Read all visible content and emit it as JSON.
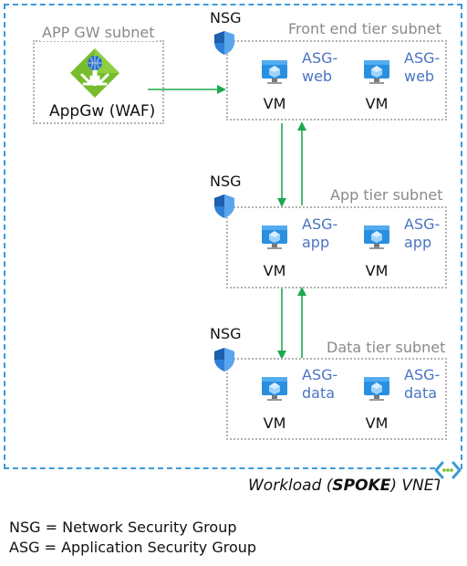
{
  "vnet": {
    "label_prefix": "Workload (",
    "label_bold": "SPOKE",
    "label_suffix": ") VNET",
    "icon": "vnet-icon"
  },
  "appgw_subnet": {
    "title": "APP GW subnet",
    "gateway_label": "AppGw (WAF)",
    "icon": "application-gateway-icon"
  },
  "tiers": [
    {
      "title": "Front end tier subnet",
      "nsg": "NSG",
      "vms": [
        {
          "vm": "VM",
          "asg_line1": "ASG-",
          "asg_line2": "web"
        },
        {
          "vm": "VM",
          "asg_line1": "ASG-",
          "asg_line2": "web"
        }
      ]
    },
    {
      "title": "App tier subnet",
      "nsg": "NSG",
      "vms": [
        {
          "vm": "VM",
          "asg_line1": "ASG-",
          "asg_line2": "app"
        },
        {
          "vm": "VM",
          "asg_line1": "ASG-",
          "asg_line2": "app"
        }
      ]
    },
    {
      "title": "Data tier subnet",
      "nsg": "NSG",
      "vms": [
        {
          "vm": "VM",
          "asg_line1": "ASG-",
          "asg_line2": "data"
        },
        {
          "vm": "VM",
          "asg_line1": "ASG-",
          "asg_line2": "data"
        }
      ]
    }
  ],
  "legend": [
    "NSG = Network Security Group",
    "ASG = Application Security Group"
  ],
  "colors": {
    "arrow": "#1fa84f",
    "vnet_border": "#3b9ad9",
    "asg_text": "#4a74c2",
    "shield": "#2f7fd6",
    "vm_monitor": "#2b8fe0"
  }
}
